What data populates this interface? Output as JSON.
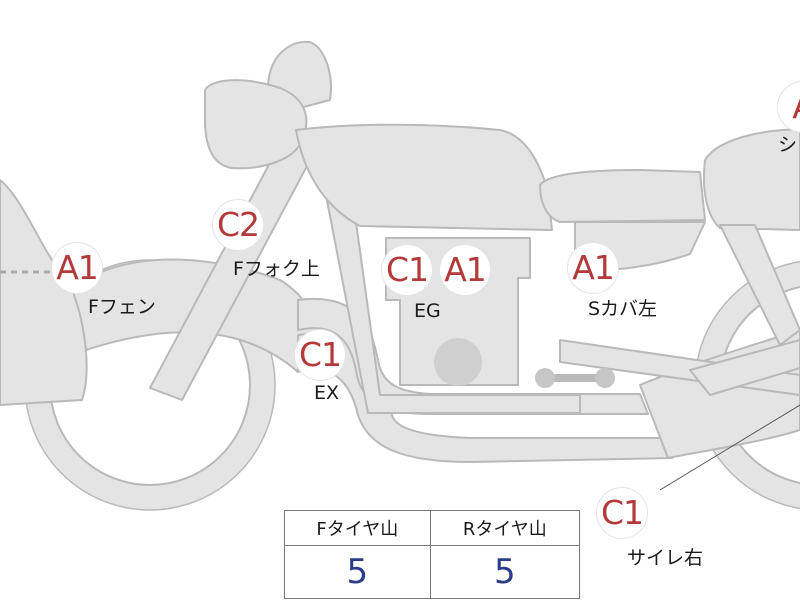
{
  "colors": {
    "bike_fill": "#e4e4e4",
    "bike_stroke": "#b9b9b9",
    "grade_text": "#b23a3a",
    "tread_value": "#2b3d8a",
    "label_text": "#1a1a1a"
  },
  "grades": {
    "rear_top_right": "A",
    "front_fender": "A1",
    "front_fork_upper": "C2",
    "engine_c": "C1",
    "engine_a": "A1",
    "side_cover_left": "A1",
    "exhaust": "C1",
    "silencer_right": "C1"
  },
  "labels": {
    "rear_top_right": "シ",
    "front_fender": "Fフェン",
    "front_fork_upper": "Fフォク上",
    "engine": "EG",
    "side_cover_left": "Sカバ左",
    "exhaust": "EX",
    "silencer_right": "サイレ右"
  },
  "tire_table": {
    "headers": [
      "Fタイヤ山",
      "Rタイヤ山"
    ],
    "values": [
      "5",
      "5"
    ]
  }
}
